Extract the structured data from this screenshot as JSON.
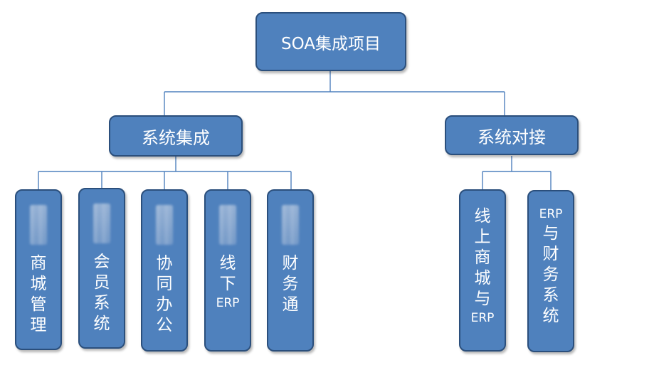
{
  "root": {
    "label": "SOA集成项目"
  },
  "branches": [
    {
      "label": "系统集成",
      "children": [
        {
          "lines": [
            "商",
            "城",
            "管",
            "理"
          ]
        },
        {
          "lines": [
            "会",
            "员",
            "系",
            "统"
          ]
        },
        {
          "lines": [
            "协",
            "同",
            "办",
            "公"
          ]
        },
        {
          "lines": [
            "线",
            "下",
            "ERP"
          ]
        },
        {
          "lines": [
            "财",
            "务",
            "通"
          ]
        }
      ]
    },
    {
      "label": "系统对接",
      "children": [
        {
          "lines": [
            "线",
            "上",
            "商",
            "城",
            "与",
            "ERP"
          ]
        },
        {
          "lines": [
            "ERP",
            "与",
            "财",
            "务",
            "系",
            "统"
          ]
        }
      ]
    }
  ],
  "colors": {
    "node_fill": "#4f81bd",
    "node_border": "#2b4f7c",
    "connector": "#4f81bd",
    "text": "#ffffff"
  }
}
